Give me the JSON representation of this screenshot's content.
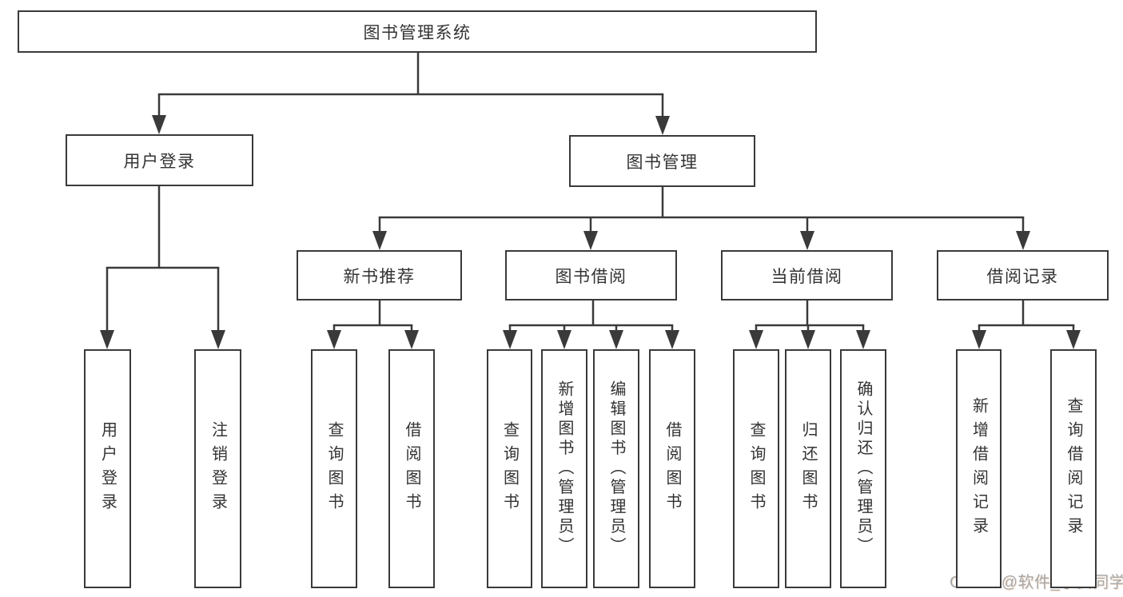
{
  "page": {
    "background": "#ffffff"
  },
  "watermark": {
    "text": "CSDN @软件_小贺同学",
    "color": "#a8a8a8"
  },
  "diagram": {
    "type": "hierarchy-diagram",
    "title": "图书管理系统",
    "colors": {
      "line": "#3a3a3a",
      "text": "#333333",
      "node_bg": "#ffffff"
    },
    "nodes": [
      {
        "id": "root",
        "label": "图书管理系统",
        "parent": null,
        "orientation": "horizontal"
      },
      {
        "id": "user-login",
        "label": "用户登录",
        "parent": "root",
        "orientation": "horizontal"
      },
      {
        "id": "book-mgmt",
        "label": "图书管理",
        "parent": "root",
        "orientation": "horizontal"
      },
      {
        "id": "user-login-action",
        "label": "用户登录",
        "parent": "user-login",
        "orientation": "vertical"
      },
      {
        "id": "logout-action",
        "label": "注销登录",
        "parent": "user-login",
        "orientation": "vertical"
      },
      {
        "id": "new-book-rec",
        "label": "新书推荐",
        "parent": "book-mgmt",
        "orientation": "horizontal"
      },
      {
        "id": "book-borrow",
        "label": "图书借阅",
        "parent": "book-mgmt",
        "orientation": "horizontal"
      },
      {
        "id": "current-borrow",
        "label": "当前借阅",
        "parent": "book-mgmt",
        "orientation": "horizontal"
      },
      {
        "id": "borrow-records",
        "label": "借阅记录",
        "parent": "book-mgmt",
        "orientation": "horizontal"
      },
      {
        "id": "nbr-query-books",
        "label": "查询图书",
        "parent": "new-book-rec",
        "orientation": "vertical"
      },
      {
        "id": "nbr-borrow-books",
        "label": "借阅图书",
        "parent": "new-book-rec",
        "orientation": "vertical"
      },
      {
        "id": "bb-query-books",
        "label": "查询图书",
        "parent": "book-borrow",
        "orientation": "vertical"
      },
      {
        "id": "bb-add-books",
        "label": "新增图书（管理员）",
        "parent": "book-borrow",
        "orientation": "vertical"
      },
      {
        "id": "bb-edit-books",
        "label": "编辑图书（管理员）",
        "parent": "book-borrow",
        "orientation": "vertical"
      },
      {
        "id": "bb-borrow-books",
        "label": "借阅图书",
        "parent": "book-borrow",
        "orientation": "vertical"
      },
      {
        "id": "cb-query-books",
        "label": "查询图书",
        "parent": "current-borrow",
        "orientation": "vertical"
      },
      {
        "id": "cb-return-books",
        "label": "归还图书",
        "parent": "current-borrow",
        "orientation": "vertical"
      },
      {
        "id": "cb-confirm-return",
        "label": "确认归还（管理员）",
        "parent": "current-borrow",
        "orientation": "vertical"
      },
      {
        "id": "br-add-record",
        "label": "新增借阅记录",
        "parent": "borrow-records",
        "orientation": "vertical"
      },
      {
        "id": "br-query-record",
        "label": "查询借阅记录",
        "parent": "borrow-records",
        "orientation": "vertical"
      }
    ]
  }
}
